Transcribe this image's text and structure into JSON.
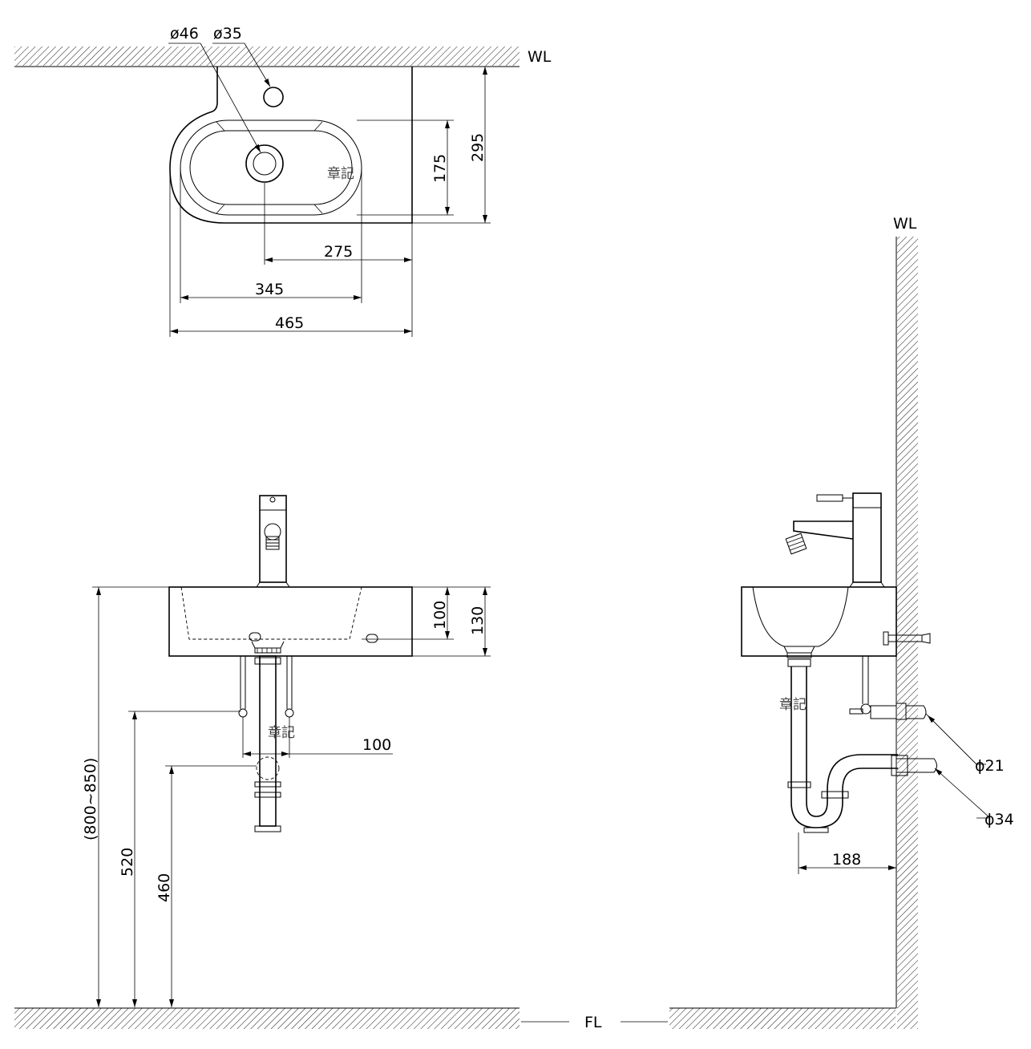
{
  "labels": {
    "wall_top": "WL",
    "wall_side": "WL",
    "floor": "FL",
    "dia_46": "ø46",
    "dia_35": "ø35",
    "dia_21": "ϕ21",
    "dia_34": "ϕ34",
    "stamp": "章記"
  },
  "dimensions": {
    "d175": "175",
    "d295": "295",
    "d275": "275",
    "d345": "345",
    "d465": "465",
    "d100_depth": "100",
    "d130_height": "130",
    "d100_spacing": "100",
    "d800_850": "(800~850)",
    "d520": "520",
    "d460": "460",
    "d188": "188"
  }
}
